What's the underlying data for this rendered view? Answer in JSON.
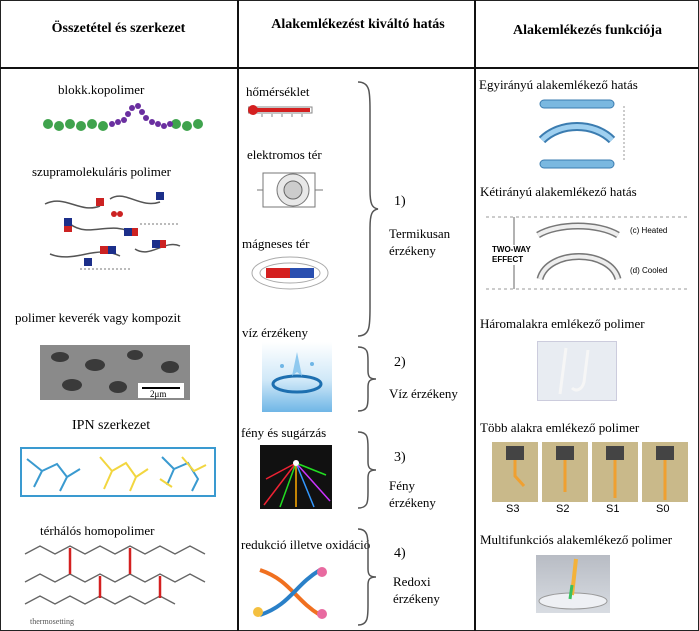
{
  "headers": {
    "col1": "Összetétel és szerkezet",
    "col2": "Alakemlékezést kiváltó hatás",
    "col3": "Alakemlékezés funkciója"
  },
  "col1": {
    "block_copolymer": "blokk.kopolimer",
    "supramolecular": "szupramolekuláris polimer",
    "blend": "polimer keverék vagy kompozit",
    "scale_bar": "2μm",
    "ipn": "IPN szerkezet",
    "homopolymer": "térhálós homopolimer",
    "thermosetting": "thermosetting"
  },
  "col2": {
    "temperature": "hőmérséklet",
    "electric": "elektromos tér",
    "magnetic": "mágneses tér",
    "water": "víz érzékeny",
    "light": "fény és sugárzás",
    "redox": "redukció illetve oxidáció",
    "group1_num": "1)",
    "group1_label": "Termikusan érzékeny",
    "group2_num": "2)",
    "group2_label": "Víz érzékeny",
    "group3_num": "3)",
    "group3_label": "Fény érzékeny",
    "group4_num": "4)",
    "group4_label": "Redoxi érzékeny"
  },
  "col3": {
    "one_way": "Egyirányú alakemlékező hatás",
    "two_way": "Kétirányú alakemlékező hatás",
    "two_way_effect": "TWO-WAY EFFECT",
    "heated": "(c)  Heated",
    "cooled": "(d)  Cooled",
    "triple": "Háromalakra emlékező polimer",
    "multi": "Több alakra emlékező polimer",
    "s3": "S3",
    "s2": "S2",
    "s1": "S1",
    "s0": "S0",
    "multifunction": "Multifunkciós alakemlékező polimer"
  },
  "colors": {
    "line": "#111111",
    "green_bead": "#3fa34d",
    "purple_bead": "#6a2fa0",
    "ipn_blue": "#3a9ad0",
    "ipn_yellow": "#f2d640",
    "crosslink_red": "#d42020"
  }
}
